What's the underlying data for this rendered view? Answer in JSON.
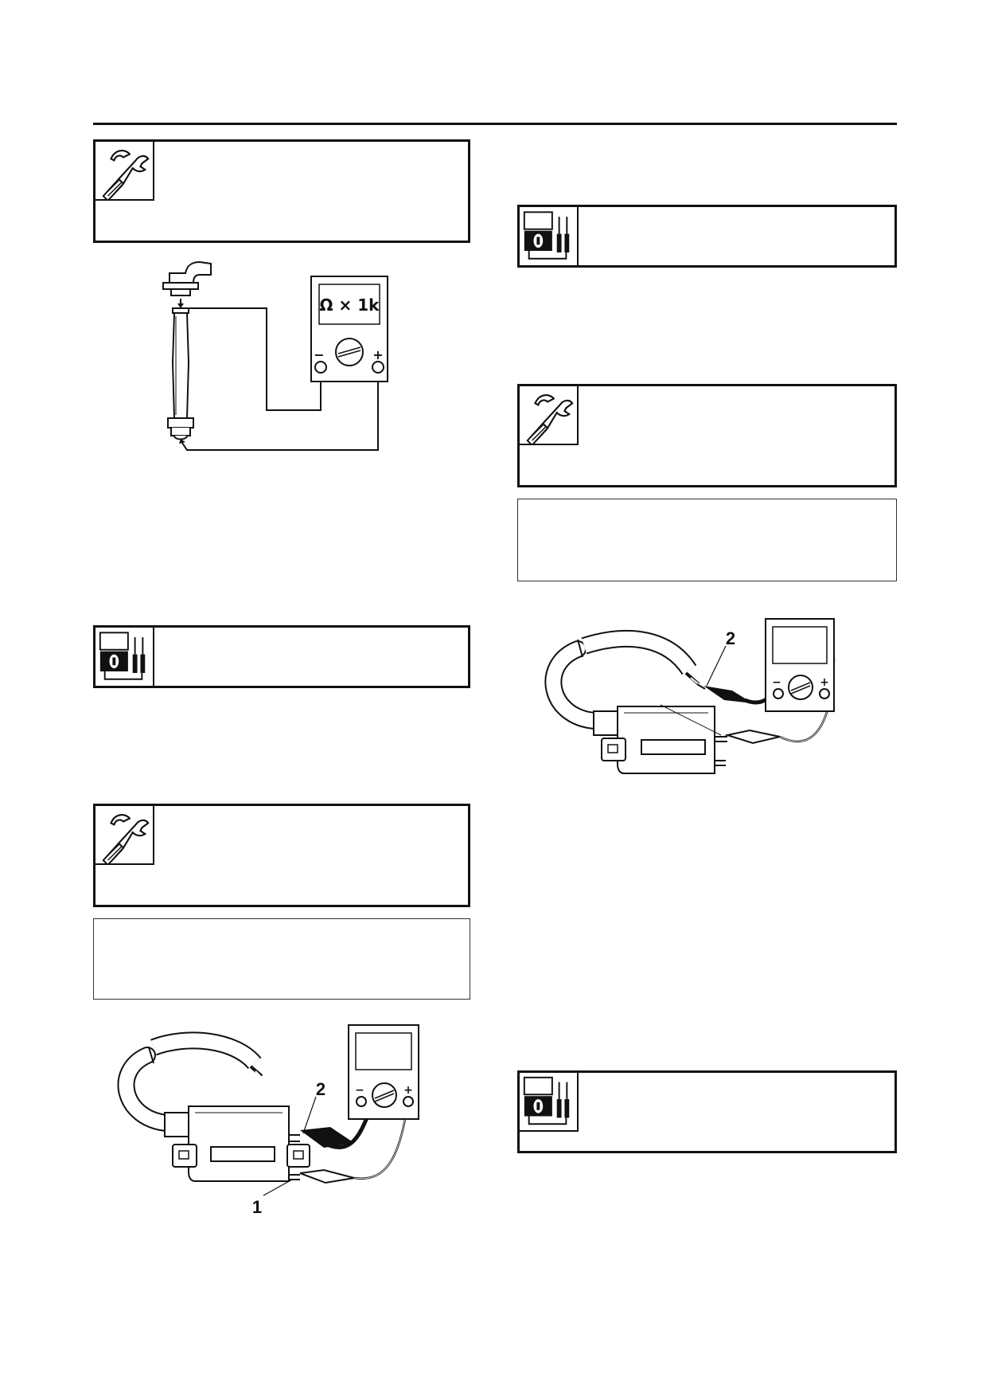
{
  "figures": {
    "cap_meter": {
      "range_label": "Ω × 1k",
      "minus": "−",
      "plus": "+"
    },
    "coil_left": {
      "callout_1": "1",
      "callout_2": "2",
      "minus": "−",
      "plus": "+"
    },
    "coil_right": {
      "callout_2": "2",
      "minus": "−",
      "plus": "+"
    }
  },
  "icons": {
    "tool": "wrench-icon",
    "meter": "multimeter-icon"
  }
}
